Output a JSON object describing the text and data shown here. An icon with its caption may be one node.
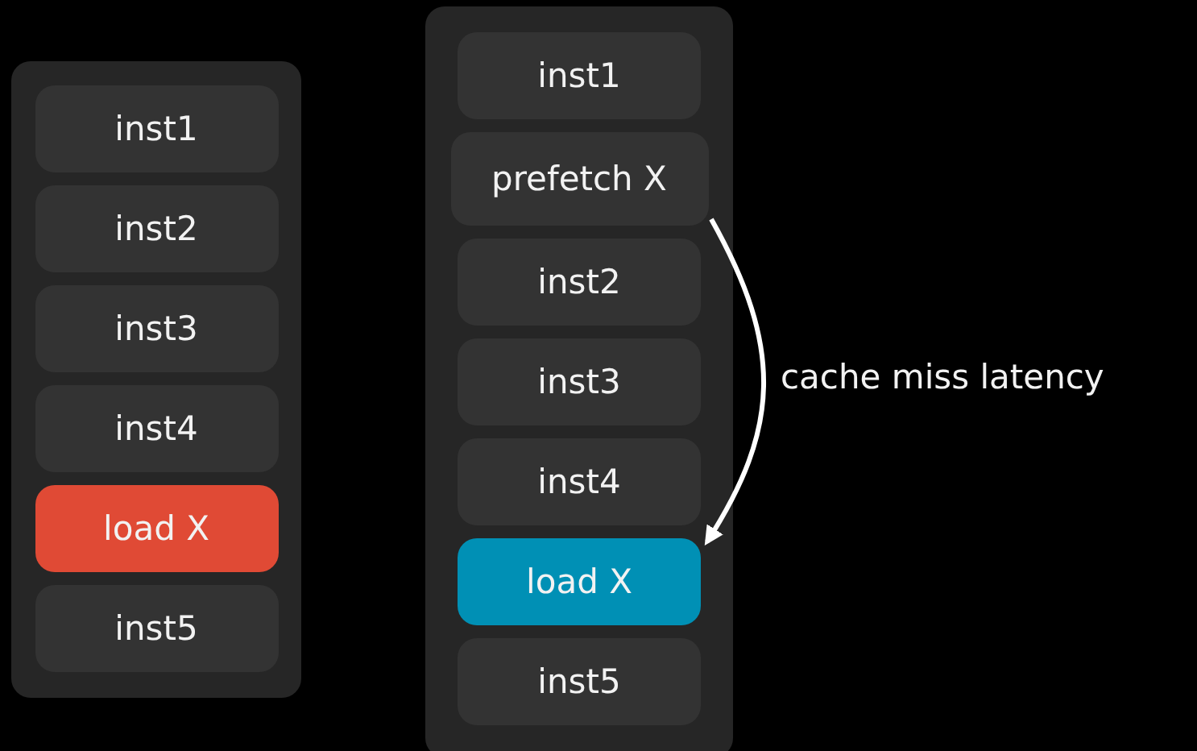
{
  "diagram": {
    "nodes": [
      {
        "text": [],
        "shape": "box"
      },
      {
        "text": [
          "inst1"
        ],
        "in": 0
      },
      {
        "text": [
          "inst2"
        ],
        "in": 0
      },
      {
        "text": [
          "inst3"
        ],
        "in": 0
      },
      {
        "text": [
          "inst4"
        ],
        "in": 0
      },
      {
        "text": [
          "load X"
        ],
        "in": 0
      },
      {
        "text": [
          "inst5"
        ],
        "in": 0
      },
      {
        "text": [],
        "shape": "box"
      },
      {
        "text": [
          "inst1"
        ],
        "in": 7
      },
      {
        "text": [
          "prefetch X"
        ],
        "in": 7
      },
      {
        "text": [
          "inst2"
        ],
        "in": 7
      },
      {
        "text": [
          "inst3"
        ],
        "in": 7
      },
      {
        "text": [
          "inst4"
        ],
        "in": 7
      },
      {
        "text": [
          "load X"
        ],
        "in": 7
      },
      {
        "text": [
          "inst5"
        ],
        "in": 7
      }
    ],
    "edges": [
      {
        "from": 9,
        "to": 13,
        "arrow": "to",
        "label": "cache miss latency"
      }
    ]
  }
}
